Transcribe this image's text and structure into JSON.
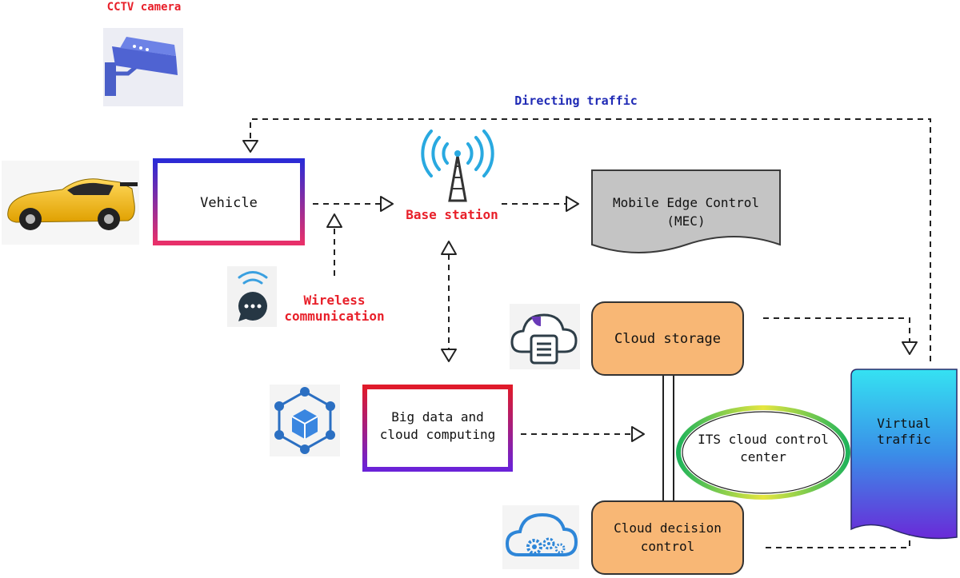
{
  "labels": {
    "cctv": "CCTV camera",
    "directing": "Directing traffic",
    "base_station": "Base station",
    "wireless_l1": "Wireless",
    "wireless_l2": "communication"
  },
  "nodes": {
    "vehicle": "Vehicle",
    "mec_l1": "Mobile Edge Control",
    "mec_l2": "(MEC)",
    "cloud_storage": "Cloud storage",
    "big_data_l1": "Big data and",
    "big_data_l2": "cloud computing",
    "its_l1": "ITS cloud control",
    "its_l2": "center",
    "virtual_l1": "Virtual",
    "virtual_l2": "traffic",
    "decision_l1": "Cloud decision",
    "decision_l2": "control"
  },
  "colors": {
    "label_red": "#e8202a",
    "label_blue": "#1f2ab5",
    "orange_box": "#f8b775",
    "mec_gray": "#c4c4c4"
  },
  "icons": [
    "cctv-camera-icon",
    "car-icon",
    "antenna-tower-icon",
    "wireless-chat-icon",
    "cloud-document-icon",
    "blockchain-cube-icon",
    "cloud-gears-icon"
  ]
}
